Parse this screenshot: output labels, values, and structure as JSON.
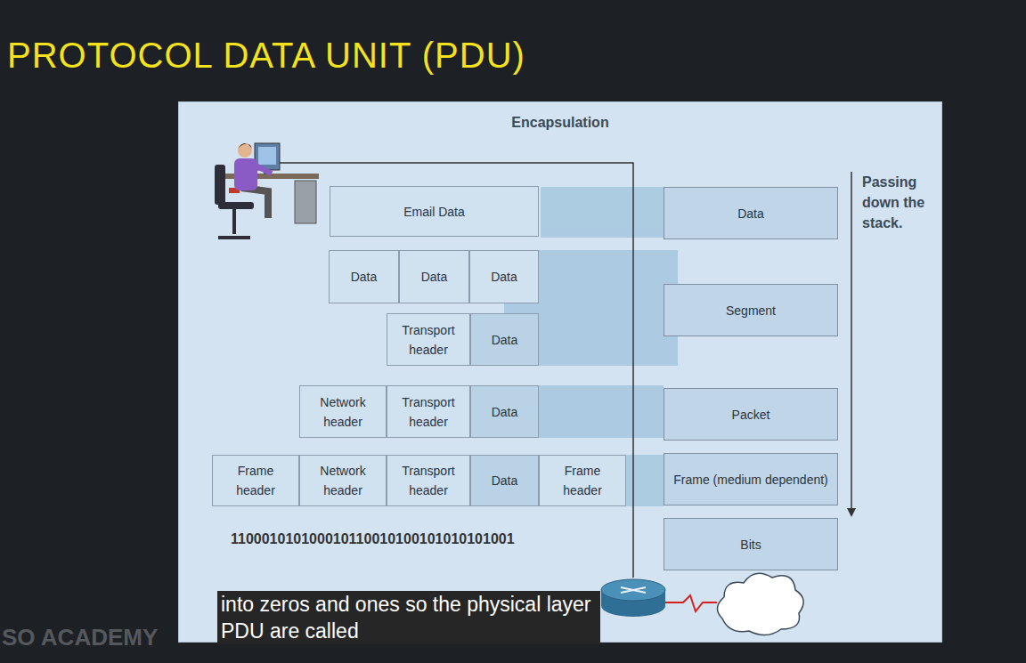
{
  "diagram": {
    "title": "PROTOCOL DATA UNIT (PDU)",
    "caption": "into zeros and ones so the physical layer PDU are called",
    "nodes": [
      {
        "text": [
          "Encapsulation"
        ]
      },
      {
        "text": [
          "Email Data"
        ],
        "in": 0
      },
      {
        "text": [
          "Data"
        ],
        "in": 0
      },
      {
        "text": [
          "Data"
        ],
        "in": 0
      },
      {
        "text": [
          "Data"
        ],
        "in": 0
      },
      {
        "text": [
          "Data"
        ],
        "in": 0
      },
      {
        "text": [
          "Segment"
        ],
        "in": 0
      },
      {
        "text": [
          "Transport header"
        ],
        "in": 0
      },
      {
        "text": [
          "Data"
        ],
        "in": 0
      },
      {
        "text": [
          "Network header"
        ],
        "in": 0
      },
      {
        "text": [
          "Transport header"
        ],
        "in": 0
      },
      {
        "text": [
          "Data"
        ],
        "in": 0
      },
      {
        "text": [
          "Packet"
        ],
        "in": 0
      },
      {
        "text": [
          "Frame header"
        ],
        "in": 0
      },
      {
        "text": [
          "Network header"
        ],
        "in": 0
      },
      {
        "text": [
          "Transport header"
        ],
        "in": 0
      },
      {
        "text": [
          "Data"
        ],
        "in": 0
      },
      {
        "text": [
          "Frame header"
        ],
        "in": 0
      },
      {
        "text": [
          "Frame (medium dependent)"
        ],
        "in": 0
      },
      {
        "text": [
          "Bits"
        ],
        "in": 0
      }
    ],
    "labels": [
      "Passing down the stack.",
      "110001010100010110010100101010101001",
      "SO ACADEMY"
    ]
  }
}
